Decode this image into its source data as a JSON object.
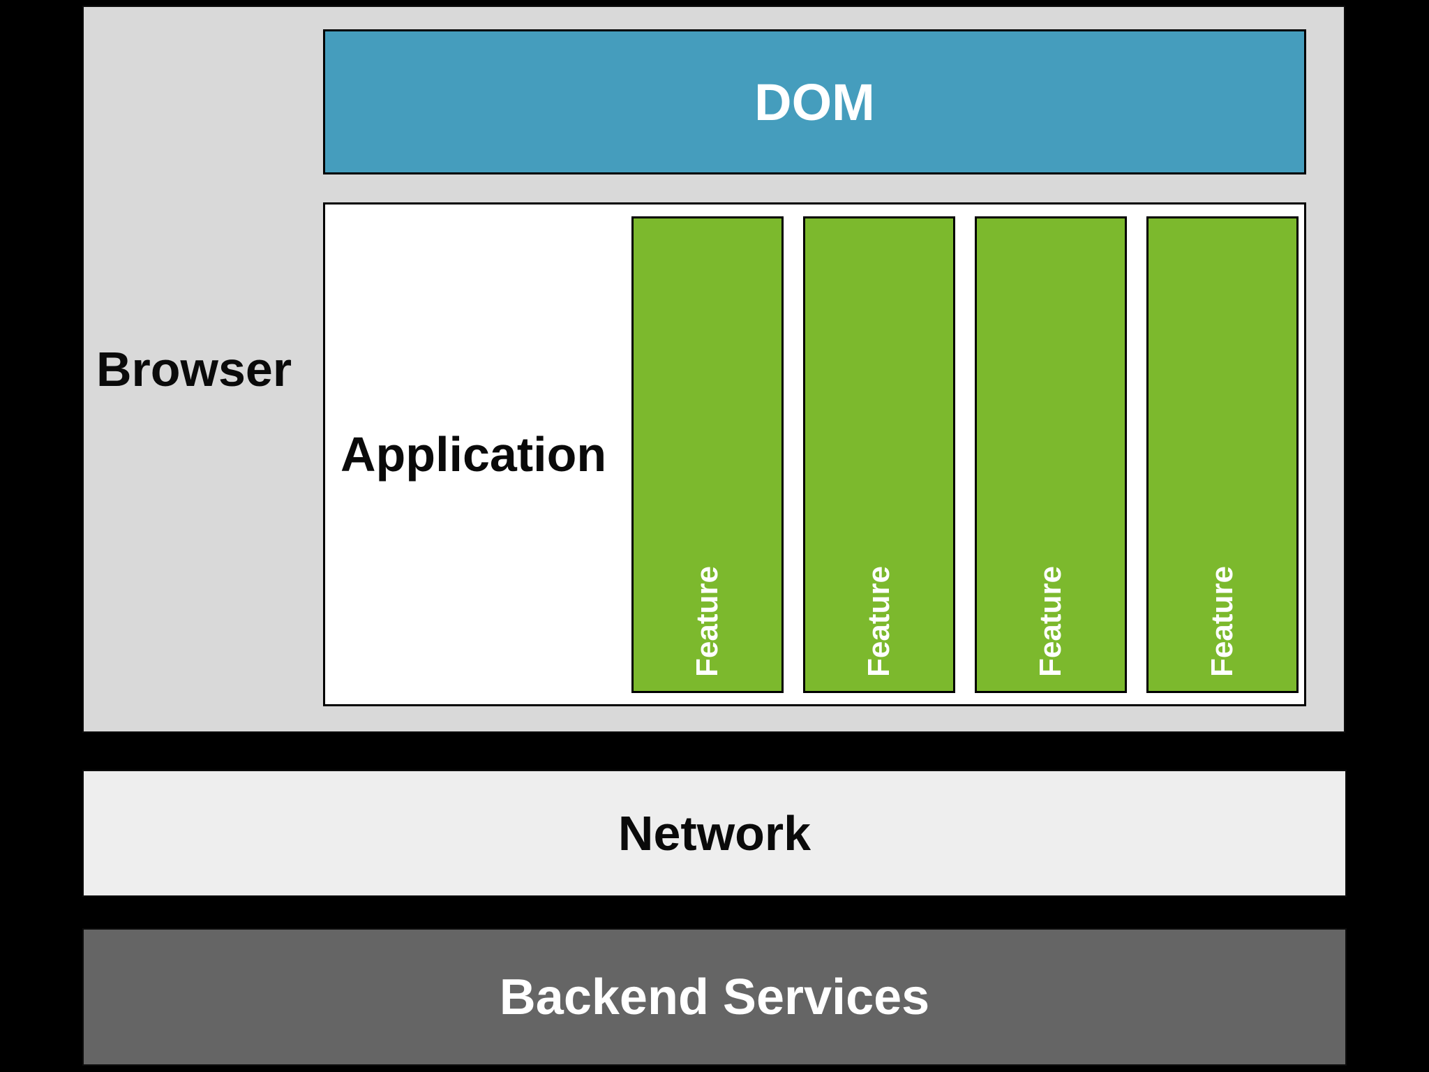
{
  "diagram": {
    "browser_label": "Browser",
    "dom_label": "DOM",
    "application_label": "Application",
    "feature_labels": [
      "Feature",
      "Feature",
      "Feature",
      "Feature"
    ],
    "network_label": "Network",
    "backend_label": "Backend Services"
  },
  "colors": {
    "canvas-bg": "#000000",
    "browser-bg": "#D9D9D9",
    "dom-bg": "#459DBD",
    "app-bg": "#FFFFFF",
    "feature-bg": "#7CB92D",
    "network-bg": "#EEEEEE",
    "backend-bg": "#656565",
    "box-border": "#0D0D0D",
    "label-dark": "#0A0A0A",
    "label-light": "#FFFFFF"
  }
}
